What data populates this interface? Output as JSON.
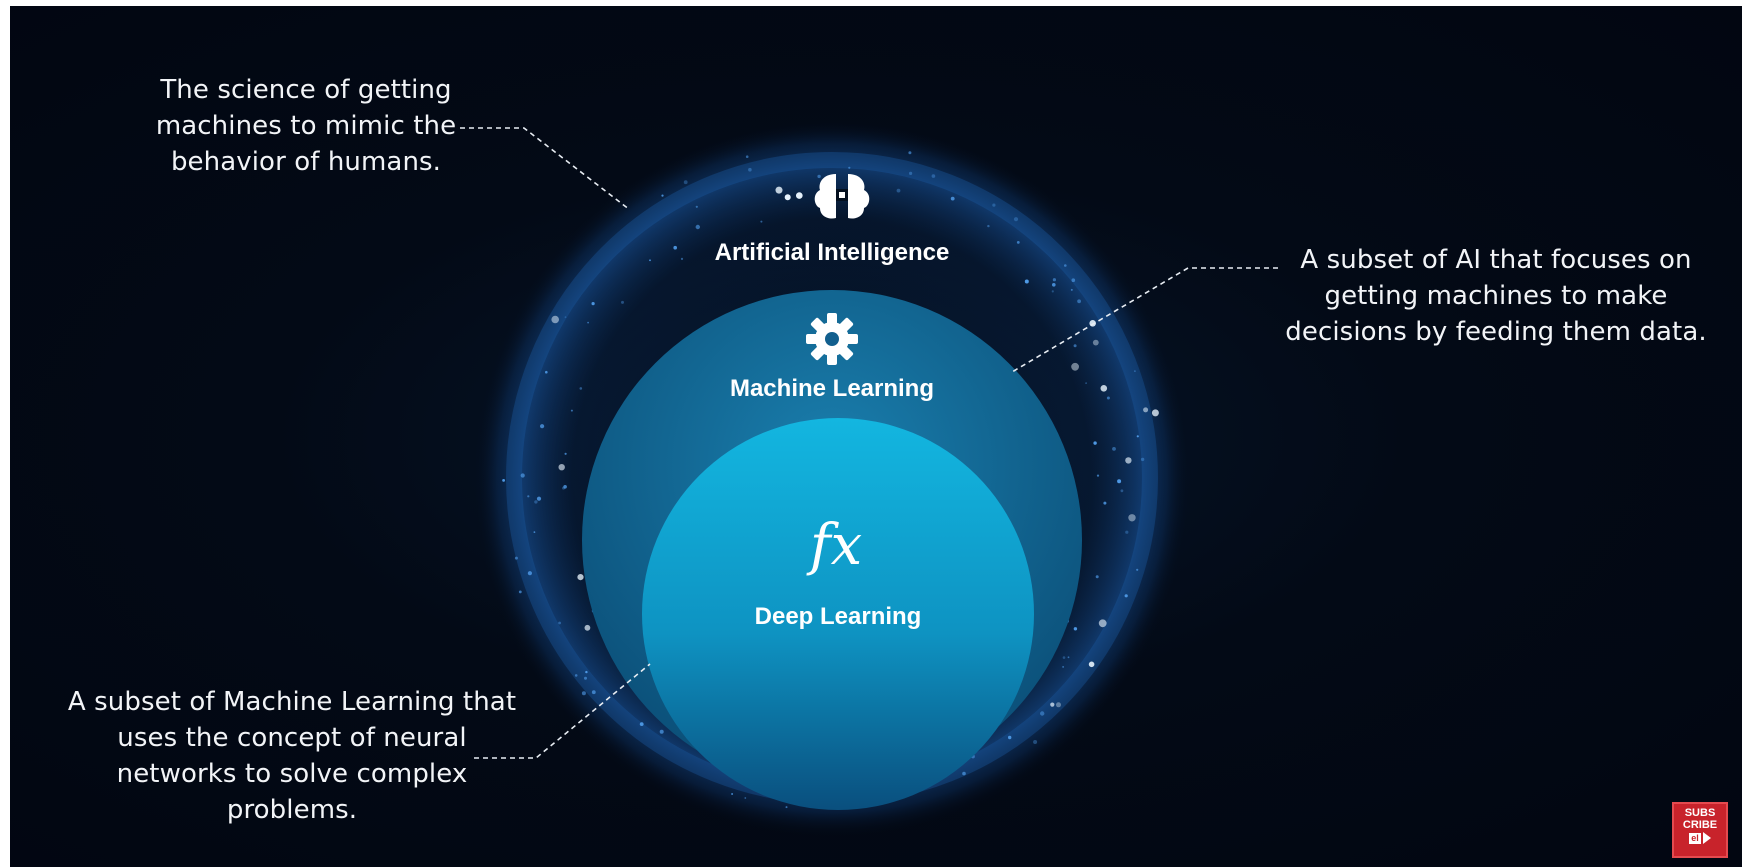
{
  "diagram": {
    "outer": {
      "label": "Artificial Intelligence",
      "icon": "brain-chip-icon"
    },
    "middle": {
      "label": "Machine Learning",
      "icon": "gear-icon"
    },
    "inner": {
      "label": "Deep Learning",
      "icon": "function-fx-icon",
      "icon_text": "fx"
    }
  },
  "callouts": {
    "ai": [
      "The science of getting",
      "machines to mimic the",
      "behavior of humans."
    ],
    "ml": [
      "A subset of AI that focuses on",
      "getting machines to make",
      "decisions by feeding them data."
    ],
    "dl": [
      "A subset of Machine Learning that",
      "uses the concept of neural",
      "networks to solve complex",
      "problems."
    ]
  },
  "badge": {
    "line1": "SUBS",
    "line2": "CRIBE",
    "logo_text": "el"
  },
  "colors": {
    "background": "#030a16",
    "ring_glow": "#1e73c8",
    "machine_learning_fill": "#0e5e86",
    "deep_learning_fill": "#10a3cf",
    "text": "#ffffff"
  }
}
